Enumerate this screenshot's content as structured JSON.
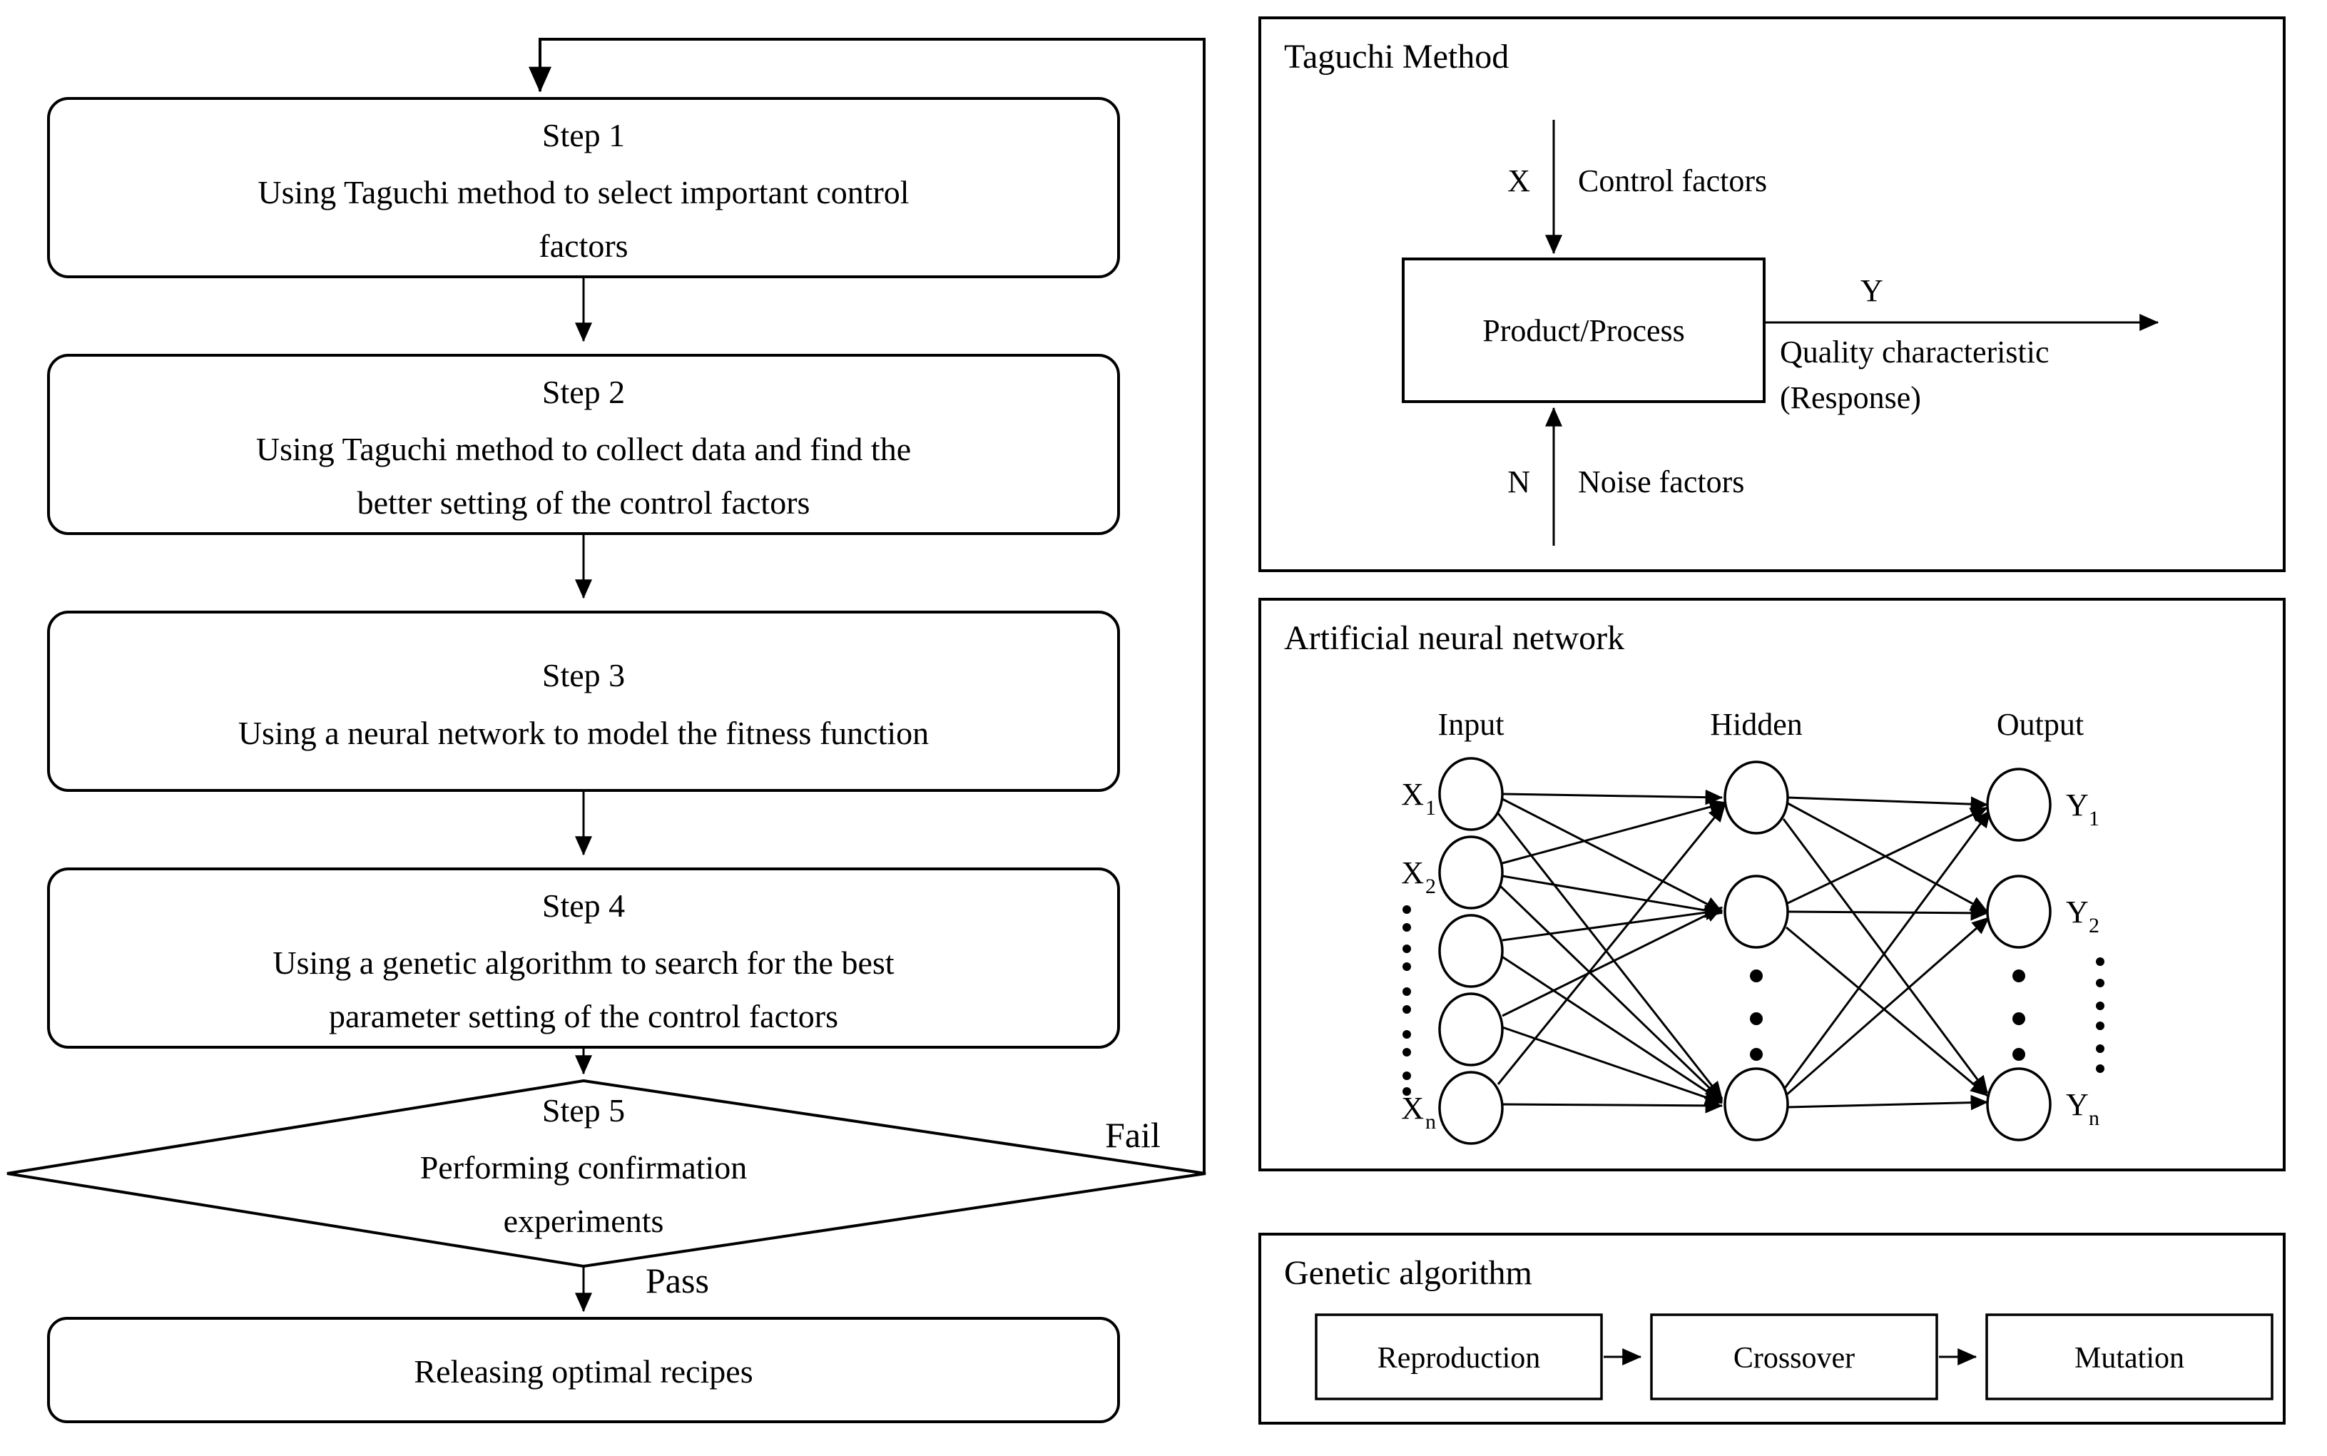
{
  "flowchart": {
    "steps": [
      {
        "title": "Step 1",
        "line1": "Using Taguchi method to select important control",
        "line2": "factors"
      },
      {
        "title": "Step 2",
        "line1": "Using Taguchi method to collect data and find the",
        "line2": "better setting of the control factors"
      },
      {
        "title": "Step 3",
        "line1": "Using a neural network to model the fitness function",
        "line2": ""
      },
      {
        "title": "Step 4",
        "line1": "Using a genetic algorithm to search for the best",
        "line2": "parameter setting of the control factors"
      }
    ],
    "decision": {
      "title": "Step 5",
      "line1": "Performing confirmation",
      "line2": "experiments"
    },
    "branch_fail": "Fail",
    "branch_pass": "Pass",
    "final": "Releasing optimal recipes"
  },
  "taguchi": {
    "title": "Taguchi Method",
    "process_box": "Product/Process",
    "input_symbol": "X",
    "input_label": "Control factors",
    "output_symbol": "Y",
    "output_label_1": "Quality characteristic",
    "output_label_2": "(Response)",
    "noise_symbol": "N",
    "noise_label": "Noise factors"
  },
  "ann": {
    "title": "Artificial neural network",
    "layer_labels": {
      "input": "Input",
      "hidden": "Hidden",
      "output": "Output"
    },
    "input_nodes": [
      {
        "label": "X",
        "sub": "1"
      },
      {
        "label": "X",
        "sub": "2"
      },
      {
        "label": "",
        "sub": ""
      },
      {
        "label": "",
        "sub": ""
      },
      {
        "label": "X",
        "sub": "n"
      }
    ],
    "output_nodes": [
      {
        "label": "Y",
        "sub": "1"
      },
      {
        "label": "Y",
        "sub": "2"
      },
      {
        "label": "Y",
        "sub": "n"
      }
    ]
  },
  "ga": {
    "title": "Genetic algorithm",
    "stages": [
      "Reproduction",
      "Crossover",
      "Mutation"
    ]
  },
  "colors": {
    "stroke": "#000000",
    "fill": "#ffffff"
  }
}
